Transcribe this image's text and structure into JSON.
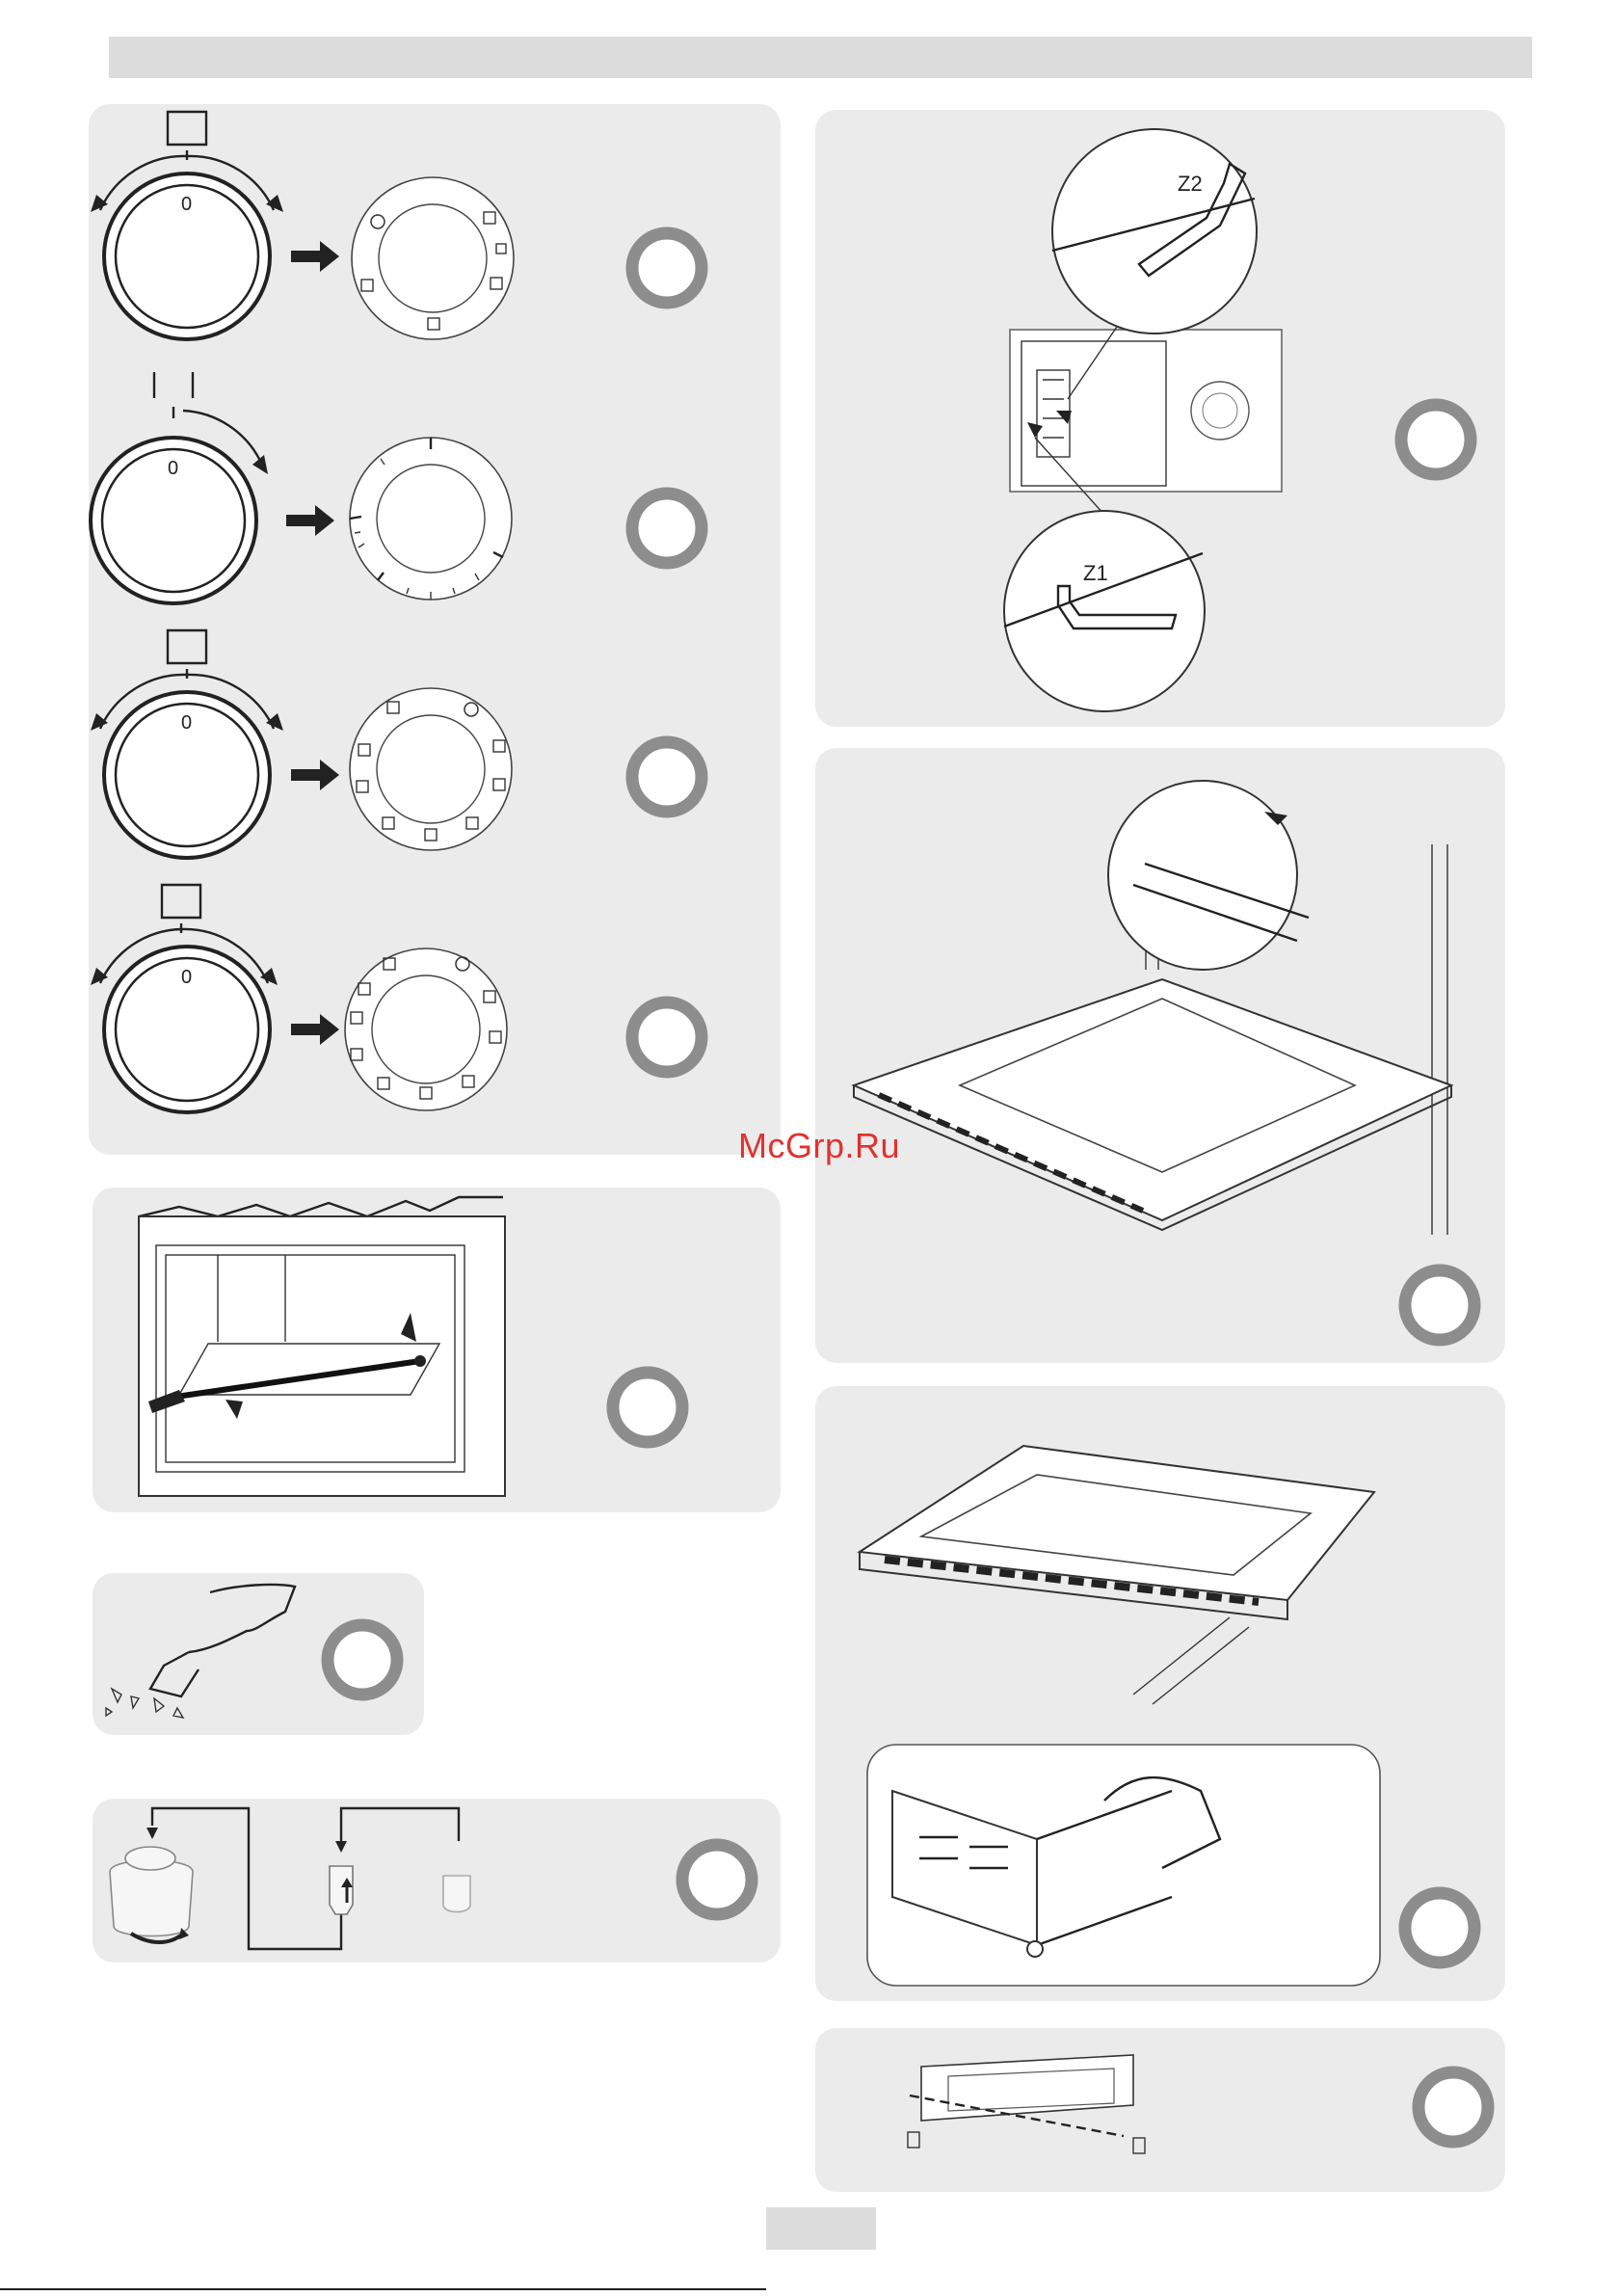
{
  "watermark": "McGrp.Ru",
  "knobs": {
    "zero_mark": "0"
  },
  "details": {
    "z1": "Z1",
    "z2": "Z2"
  },
  "colors": {
    "panel": "#ebebeb",
    "step_ring": "#8d8d8d",
    "watermark": "#e0322f"
  },
  "icons": {
    "knob_ring_1": "oven-function-dial-icon",
    "knob_ring_2": "timer-scale-dial-icon",
    "knob_ring_3": "oven-function-dial-icon",
    "knob_ring_4": "oven-function-dial-icon",
    "rails": "side-rails-detail-icon",
    "door_open": "oven-door-removal-icon",
    "door_glass": "door-glass-removal-icon",
    "door_parts": "door-exploded-view-icon",
    "grill": "grill-element-tilt-icon",
    "scraper": "scraper-cleaning-icon",
    "lamp": "lamp-replacement-icon"
  }
}
